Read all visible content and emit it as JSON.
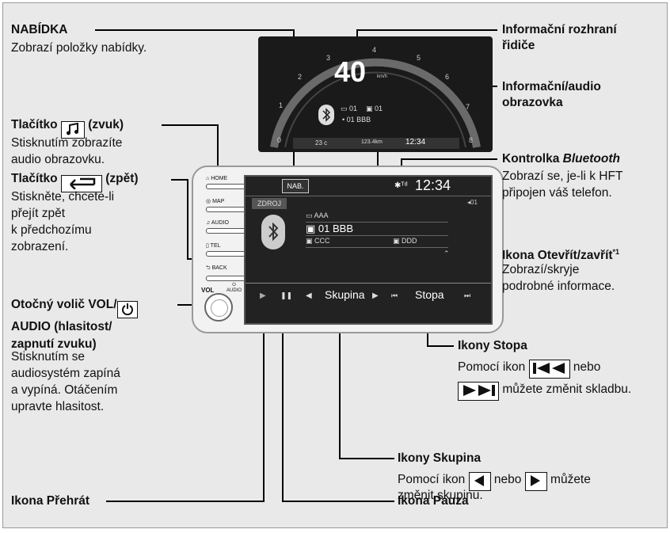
{
  "labels": {
    "menu_title": "NABÍDKA",
    "menu_desc": "Zobrazí položky nabídky.",
    "audio_btn_prefix": "Tlačítko",
    "audio_btn_suffix": "(zvuk)",
    "audio_btn_desc": "Stisknutím zobrazíte\naudio obrazovku.",
    "back_btn_prefix": "Tlačítko",
    "back_btn_suffix": "(zpět)",
    "back_btn_desc": "Stiskněte, chcete-li\npřejít zpět\nk předchozímu\nzobrazení.",
    "vol_title_1": "Otočný volič VOL/",
    "vol_title_2": "AUDIO (hlasitost/",
    "vol_title_3": "zapnutí zvuku)",
    "vol_desc": "Stisknutím se\naudiosystém zapíná\na vypíná. Otáčením\nupravte hlasitost.",
    "play_icon": "Ikona Přehrát",
    "pause_icon": "Ikona Pauza",
    "driver_info_1": "Informační rozhraní",
    "driver_info_2": "řidiče",
    "audio_screen_1": "Informační/audio",
    "audio_screen_2": "obrazovka",
    "bt_title_prefix": "Kontrolka ",
    "bt_title_italic": "Bluetooth",
    "bt_desc": "Zobrazí se, je-li k HFT\npřipojen váš telefon.",
    "openclose_title": "Ikona Otevřít/zavřít",
    "openclose_sup": "*1",
    "openclose_desc": "Zobrazí/skryje\npodrobné informace.",
    "track_title": "Ikony Stopa",
    "track_desc_1": "Pomocí ikon",
    "track_desc_2": "nebo",
    "track_desc_3": "můžete změnit skladbu.",
    "group_title": "Ikony Skupina",
    "group_desc_1": "Pomocí ikon",
    "group_desc_2": "nebo",
    "group_desc_3": "můžete",
    "group_desc_4": "změnit skupinu."
  },
  "cluster": {
    "speed": "40",
    "speed_unit": "km/h",
    "ticks": [
      "0",
      "1",
      "2",
      "3",
      "4",
      "5",
      "6",
      "7",
      "8"
    ],
    "ch1": "01",
    "ch2": "01",
    "song": "• 01 BBB",
    "temp": "23 c",
    "odo": "123.4km",
    "time": "12:34"
  },
  "screen": {
    "nab": "NAB.",
    "time": "12:34",
    "source": "ZDROJ",
    "track_num": "01",
    "line1": "AAA",
    "line2": "01 BBB",
    "line3": "CCC",
    "line4": "DDD",
    "group": "Skupina",
    "track": "Stopa"
  },
  "unit": {
    "home": "HOME",
    "map": "MAP",
    "audio": "AUDIO",
    "tel": "TEL",
    "back": "BACK",
    "vol": "VOL",
    "audio_knob": "AUDIO"
  }
}
